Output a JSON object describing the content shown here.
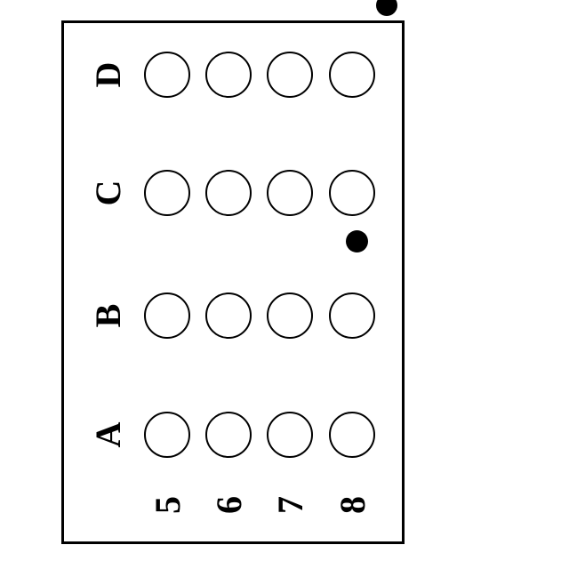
{
  "answer_sheet": {
    "row_labels": [
      "D",
      "C",
      "B",
      "A"
    ],
    "column_labels": [
      "5",
      "6",
      "7",
      "8"
    ]
  }
}
